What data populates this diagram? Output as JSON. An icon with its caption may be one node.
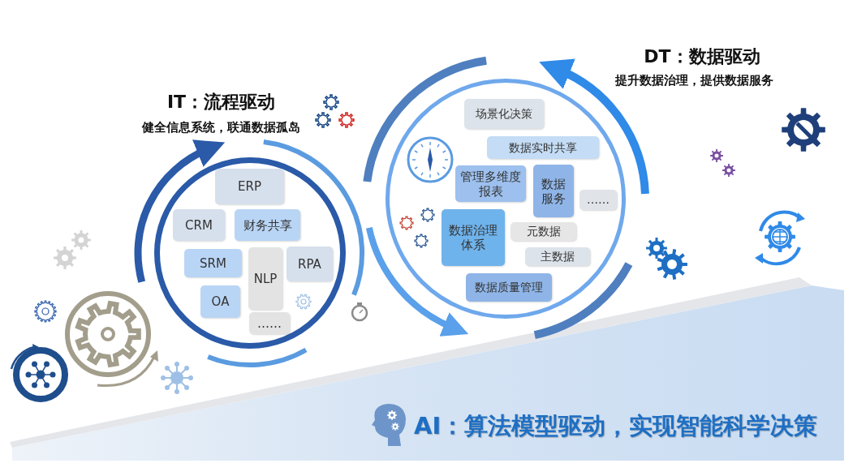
{
  "diagram": {
    "nodes": [
      {
        "text": [
          "IT：流程驱动",
          "健全信息系统，联通数据孤岛"
        ]
      },
      {
        "text": [
          "ERP"
        ],
        "in": 0
      },
      {
        "text": [
          "CRM"
        ],
        "in": 0
      },
      {
        "text": [
          "财务共享"
        ],
        "in": 0
      },
      {
        "text": [
          "SRM"
        ],
        "in": 0
      },
      {
        "text": [
          "NLP"
        ],
        "in": 0
      },
      {
        "text": [
          "RPA"
        ],
        "in": 0
      },
      {
        "text": [
          "OA"
        ],
        "in": 0
      },
      {
        "text": [
          "……"
        ],
        "in": 0
      },
      {
        "text": [
          "DT：数据驱动",
          "提升数据治理，提供数据服务"
        ]
      },
      {
        "text": [
          "场景化决策"
        ],
        "in": 9
      },
      {
        "text": [
          "数据实时共享"
        ],
        "in": 9
      },
      {
        "text": [
          "管理多维度报表"
        ],
        "in": 9
      },
      {
        "text": [
          "数据服务"
        ],
        "in": 9
      },
      {
        "text": [
          "……"
        ],
        "in": 9
      },
      {
        "text": [
          "数据治理体系"
        ],
        "in": 9
      },
      {
        "text": [
          "元数据"
        ],
        "in": 9
      },
      {
        "text": [
          "主数据"
        ],
        "in": 9
      },
      {
        "text": [
          "数据质量管理"
        ],
        "in": 9
      }
    ],
    "labels": [
      "AI：算法模型驱动，实现智能科学决策"
    ]
  }
}
